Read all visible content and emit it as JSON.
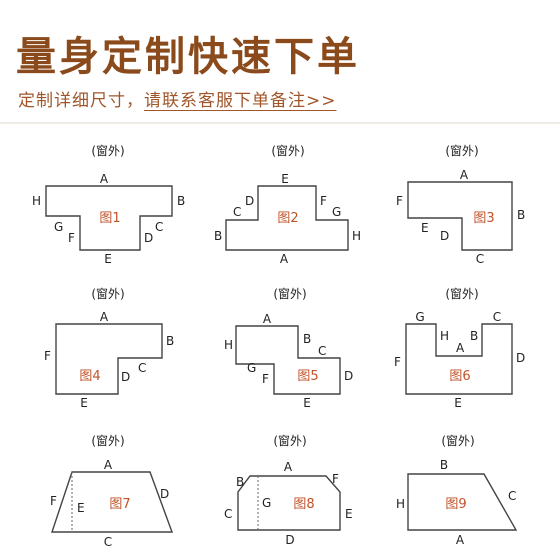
{
  "header": {
    "title": "量身定制快速下单",
    "subtitle_prefix": "定制详细尺寸，",
    "subtitle_link": "请联系客服下单备注>>"
  },
  "colors": {
    "title": "#8a4a1c",
    "accent": "#c0522a"
  },
  "diagrams": [
    {
      "caption": "(窗外)",
      "figure": "图1",
      "labels": [
        "A",
        "B",
        "C",
        "D",
        "E",
        "F",
        "G",
        "H"
      ]
    },
    {
      "caption": "(窗外)",
      "figure": "图2",
      "labels": [
        "E",
        "D",
        "F",
        "C",
        "G",
        "B",
        "H",
        "A"
      ]
    },
    {
      "caption": "(窗外)",
      "figure": "图3",
      "labels": [
        "A",
        "F",
        "B",
        "E",
        "D",
        "C"
      ]
    },
    {
      "caption": "(窗外)",
      "figure": "图4",
      "labels": [
        "A",
        "B",
        "F",
        "C",
        "D",
        "E"
      ]
    },
    {
      "caption": "(窗外)",
      "figure": "图5",
      "labels": [
        "A",
        "H",
        "B",
        "C",
        "G",
        "F",
        "D",
        "E"
      ]
    },
    {
      "caption": "(窗外)",
      "figure": "图6",
      "labels": [
        "G",
        "C",
        "H",
        "A",
        "B",
        "F",
        "D",
        "E"
      ]
    },
    {
      "caption": "(窗外)",
      "figure": "图7",
      "labels": [
        "A",
        "F",
        "E",
        "D",
        "C"
      ]
    },
    {
      "caption": "(窗外)",
      "figure": "图8",
      "labels": [
        "B",
        "A",
        "F",
        "G",
        "C",
        "E",
        "D"
      ]
    },
    {
      "caption": "(窗外)",
      "figure": "图9",
      "labels": [
        "B",
        "H",
        "C",
        "A"
      ]
    }
  ]
}
